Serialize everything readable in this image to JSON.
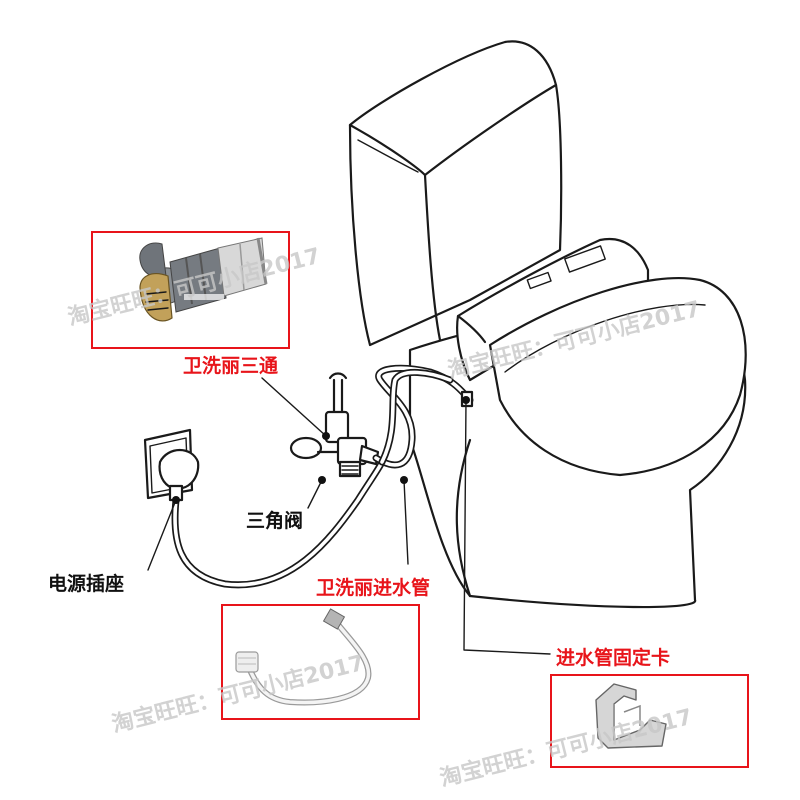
{
  "labels": {
    "tee": "卫洗丽三通",
    "angle_valve": "三角阀",
    "power_socket": "电源插座",
    "inlet_hose": "卫洗丽进水管",
    "hose_clip": "进水管固定卡"
  },
  "watermarks": [
    "淘宝旺旺：可可小店2017",
    "淘宝旺旺：可可小店2017",
    "淘宝旺旺：可可小店2017",
    "淘宝旺旺：可可小店2017"
  ],
  "colors": {
    "accent_red": "#e8141a",
    "outline": "#1a1a1a"
  }
}
